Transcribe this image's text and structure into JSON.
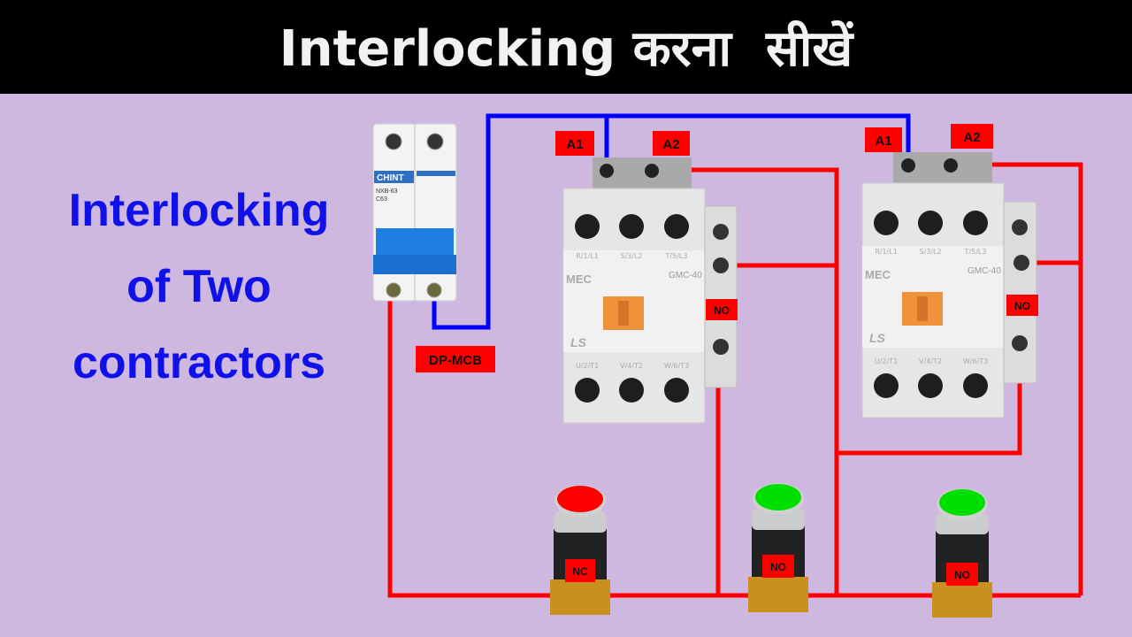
{
  "title": "Interlocking करना  सीखें",
  "side_text": [
    "Interlocking",
    "of Two",
    "contractors"
  ],
  "mcb": {
    "label": "DP-MCB",
    "brand": "CHINT",
    "model": "NXB-63",
    "rating": "C63"
  },
  "contactors": [
    {
      "coil_labels": [
        "A1",
        "A2"
      ],
      "aux_label": "NO",
      "brand": "MEC",
      "model": "GMC-40",
      "logo": "LS",
      "top_terminals": [
        "R/1/L1",
        "S/3/L2",
        "T/5/L3"
      ],
      "bottom_terminals": [
        "U/2/T1",
        "V/4/T2",
        "W/6/T3"
      ]
    },
    {
      "coil_labels": [
        "A1",
        "A2"
      ],
      "aux_label": "NO",
      "brand": "MEC",
      "model": "GMC-40",
      "logo": "LS",
      "top_terminals": [
        "R/1/L1",
        "S/3/L2",
        "T/5/L3"
      ],
      "bottom_terminals": [
        "U/2/T1",
        "V/4/T2",
        "W/6/T3"
      ]
    }
  ],
  "pushbuttons": [
    {
      "label": "NC",
      "color": "#ff0000"
    },
    {
      "label": "NO",
      "color": "#00e000"
    },
    {
      "label": "NO",
      "color": "#00e000"
    }
  ],
  "colors": {
    "background": "#cfb8e0",
    "phase_wire": "#ff0000",
    "neutral_wire": "#0000ff",
    "label_bg": "#ff0000",
    "side_text": "#1010e8"
  }
}
